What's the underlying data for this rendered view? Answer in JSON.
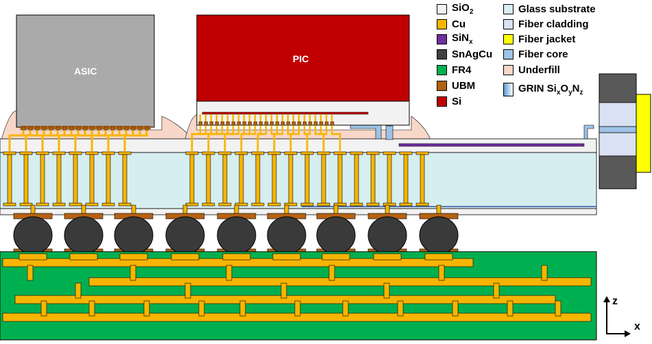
{
  "chips": {
    "asic_label": "ASIC",
    "pic_label": "PIC"
  },
  "legend": {
    "items": [
      {
        "label": "SiO",
        "sub": "2",
        "sub2": "",
        "sub3": "",
        "color": "#f2f2f2"
      },
      {
        "label": "Cu",
        "color": "#f7b500"
      },
      {
        "label": "SiN",
        "sub": "x",
        "color": "#7030a0"
      },
      {
        "label": "SnAgCu",
        "color": "#404040"
      },
      {
        "label": "FR4",
        "color": "#00b050"
      },
      {
        "label": "UBM",
        "color": "#b46213"
      },
      {
        "label": "Si",
        "color": "#c00000"
      },
      {
        "label": "Glass substrate",
        "color": "#d6eef0"
      },
      {
        "label": "Fiber cladding",
        "color": "#d9e1f2"
      },
      {
        "label": "Fiber jacket",
        "color": "#ffff00"
      },
      {
        "label": "Fiber core",
        "color": "#9dc3e6"
      },
      {
        "label": "Underfill",
        "color": "#f8d7c8"
      },
      {
        "label": "GRIN Si",
        "color": "#9dc3e6"
      }
    ],
    "grin_parts": [
      "GRIN Si",
      "x",
      "O",
      "y",
      "N",
      "z"
    ]
  },
  "axes": {
    "z_label": "z",
    "x_label": "x"
  },
  "colors": {
    "sio2": "#f2f2f2",
    "cu": "#f7b500",
    "sinx": "#7030a0",
    "snagcu": "#3a3a3a",
    "fr4": "#00b050",
    "ubm": "#b46213",
    "si": "#c00000",
    "glass": "#d6eef0",
    "asic": "#aaaaaa",
    "underfill": "#f8d7c8",
    "fiber_cladding": "#d9e1f2",
    "fiber_jacket": "#ffff00",
    "fiber_core": "#9dc3e6",
    "fiber_holder": "#595959"
  }
}
